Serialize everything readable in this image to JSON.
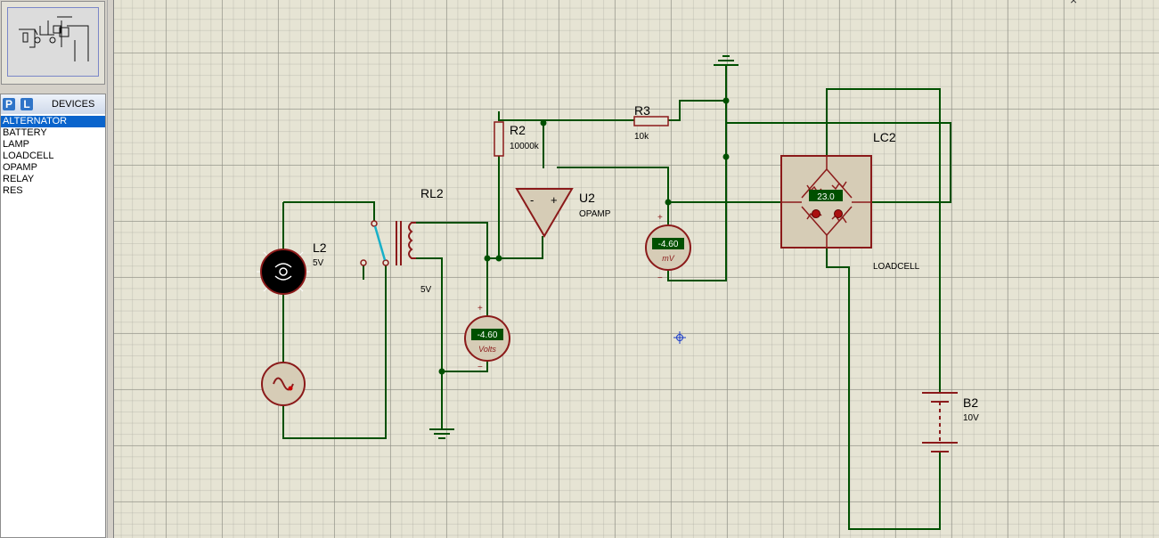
{
  "devices_panel": {
    "p_button": "P",
    "l_button": "L",
    "title": "DEVICES",
    "items": [
      "ALTERNATOR",
      "BATTERY",
      "LAMP",
      "LOADCELL",
      "OPAMP",
      "RELAY",
      "RES"
    ],
    "selected_index": 0
  },
  "schematic": {
    "l2": {
      "name": "L2",
      "value": "5V"
    },
    "rl2": {
      "name": "RL2",
      "value": "5V"
    },
    "r2": {
      "name": "R2",
      "value": "10000k"
    },
    "r3": {
      "name": "R3",
      "value": "10k"
    },
    "u2": {
      "name": "U2",
      "value": "OPAMP",
      "minus": "-",
      "plus": "+"
    },
    "lc2": {
      "name": "LC2",
      "value": "LOADCELL",
      "reading": "23.0"
    },
    "b2": {
      "name": "B2",
      "value": "10V"
    },
    "voltmeter": {
      "reading": "-4.60",
      "unit": "Volts",
      "plus": "+",
      "minus": "−"
    },
    "millivoltmeter": {
      "reading": "-4.60",
      "unit": "mV",
      "plus": "+",
      "minus": "−"
    }
  },
  "colors": {
    "wire": "#005000",
    "component": "#8b1a1a",
    "component_fill": "#d6ccb6",
    "meter_display": "#005000",
    "meter_text": "#ffffff",
    "selection": "#0a64cc",
    "grid_background": "#e6e4d4"
  },
  "icons": {
    "close_icon": "×",
    "cursor_icon": "crosshair"
  }
}
